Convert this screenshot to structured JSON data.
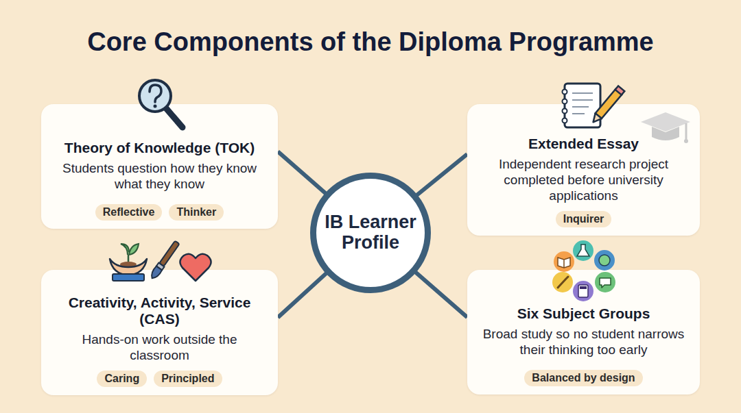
{
  "diagram": {
    "title": "Core Components of the Diploma Programme",
    "nodes": [
      {
        "text": [
          "Theory of Knowledge (TOK)",
          "Students question how they know what they know"
        ]
      },
      {
        "text": [
          "Reflective"
        ],
        "in": 0
      },
      {
        "text": [
          "Thinker"
        ],
        "in": 0
      },
      {
        "text": [
          "Extended Essay",
          "Independent research project completed before university applications"
        ]
      },
      {
        "text": [
          "Inquirer"
        ],
        "in": 3
      },
      {
        "text": [
          "IB Learner Profile"
        ]
      },
      {
        "text": [
          "Creativity, Activity, Service (CAS)",
          "Hands-on work outside the classroom"
        ]
      },
      {
        "text": [
          "Caring"
        ],
        "in": 6
      },
      {
        "text": [
          "Principled"
        ],
        "in": 6
      },
      {
        "text": [
          "Six Subject Groups",
          "Broad study so no student narrows their thinking too early"
        ]
      },
      {
        "text": [
          "Balanced by design"
        ],
        "in": 9
      }
    ],
    "edges": [
      {
        "from": 5,
        "to": 0,
        "arrow": "none"
      },
      {
        "from": 5,
        "to": 3,
        "arrow": "none"
      },
      {
        "from": 5,
        "to": 6,
        "arrow": "none"
      },
      {
        "from": 5,
        "to": 9,
        "arrow": "none"
      }
    ]
  }
}
